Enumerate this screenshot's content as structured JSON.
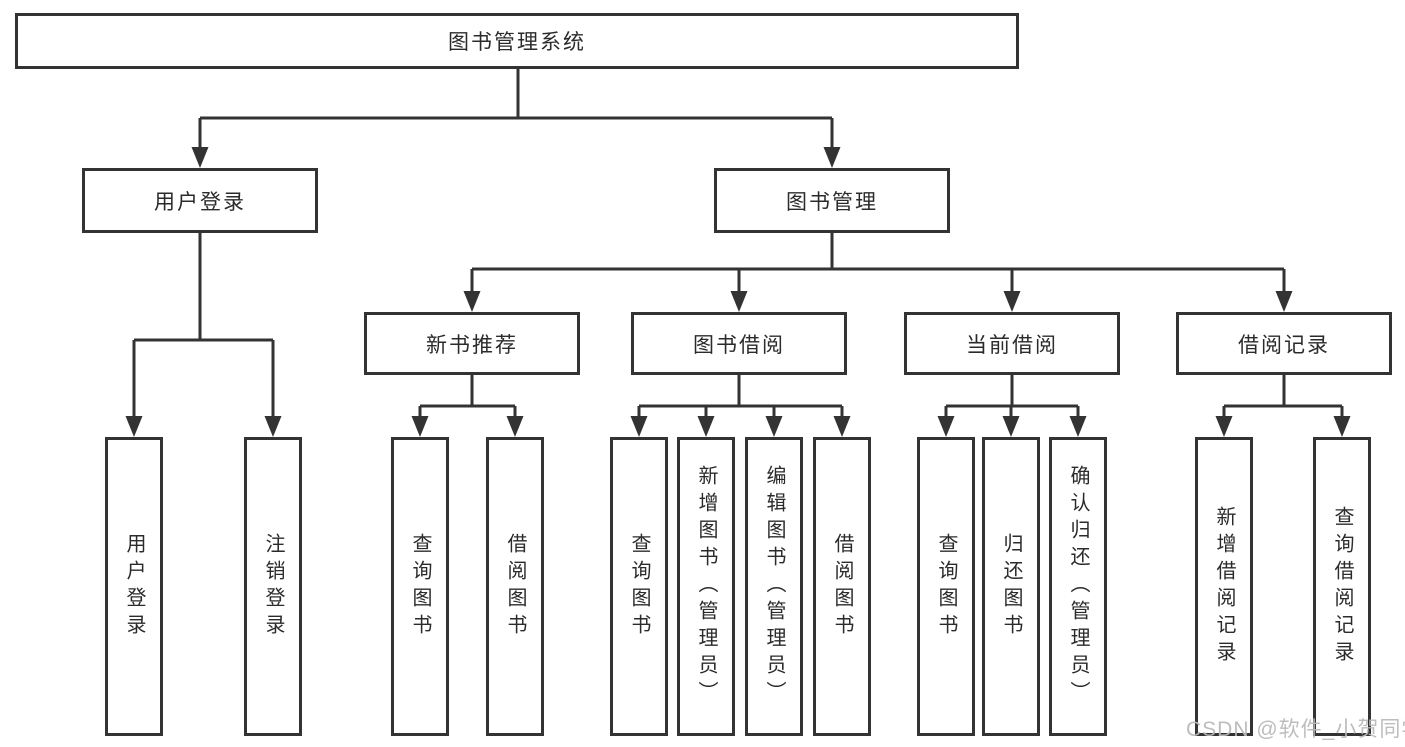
{
  "diagram": {
    "title": "图书管理系统",
    "root": {
      "label": "图书管理系统"
    },
    "level2": [
      {
        "label": "用户登录"
      },
      {
        "label": "图书管理"
      }
    ],
    "level3": [
      {
        "label": "新书推荐"
      },
      {
        "label": "图书借阅"
      },
      {
        "label": "当前借阅"
      },
      {
        "label": "借阅记录"
      }
    ],
    "leaves": {
      "user_login": [
        "用户登录",
        "注销登录"
      ],
      "new_book": [
        "查询图书",
        "借阅图书"
      ],
      "book_borrow": [
        "查询图书",
        "新增图书（管理员）",
        "编辑图书（管理员）",
        "借阅图书"
      ],
      "current_borrow": [
        "查询图书",
        "归还图书",
        "确认归还（管理员）"
      ],
      "borrow_records": [
        "新增借阅记录",
        "查询借阅记录"
      ]
    }
  },
  "watermark": {
    "text": "CSDN @软件_小贺同学"
  },
  "colors": {
    "line": "#333333",
    "text": "#2b2b2b",
    "background": "#ffffff",
    "watermark": "#b9b9b9"
  }
}
